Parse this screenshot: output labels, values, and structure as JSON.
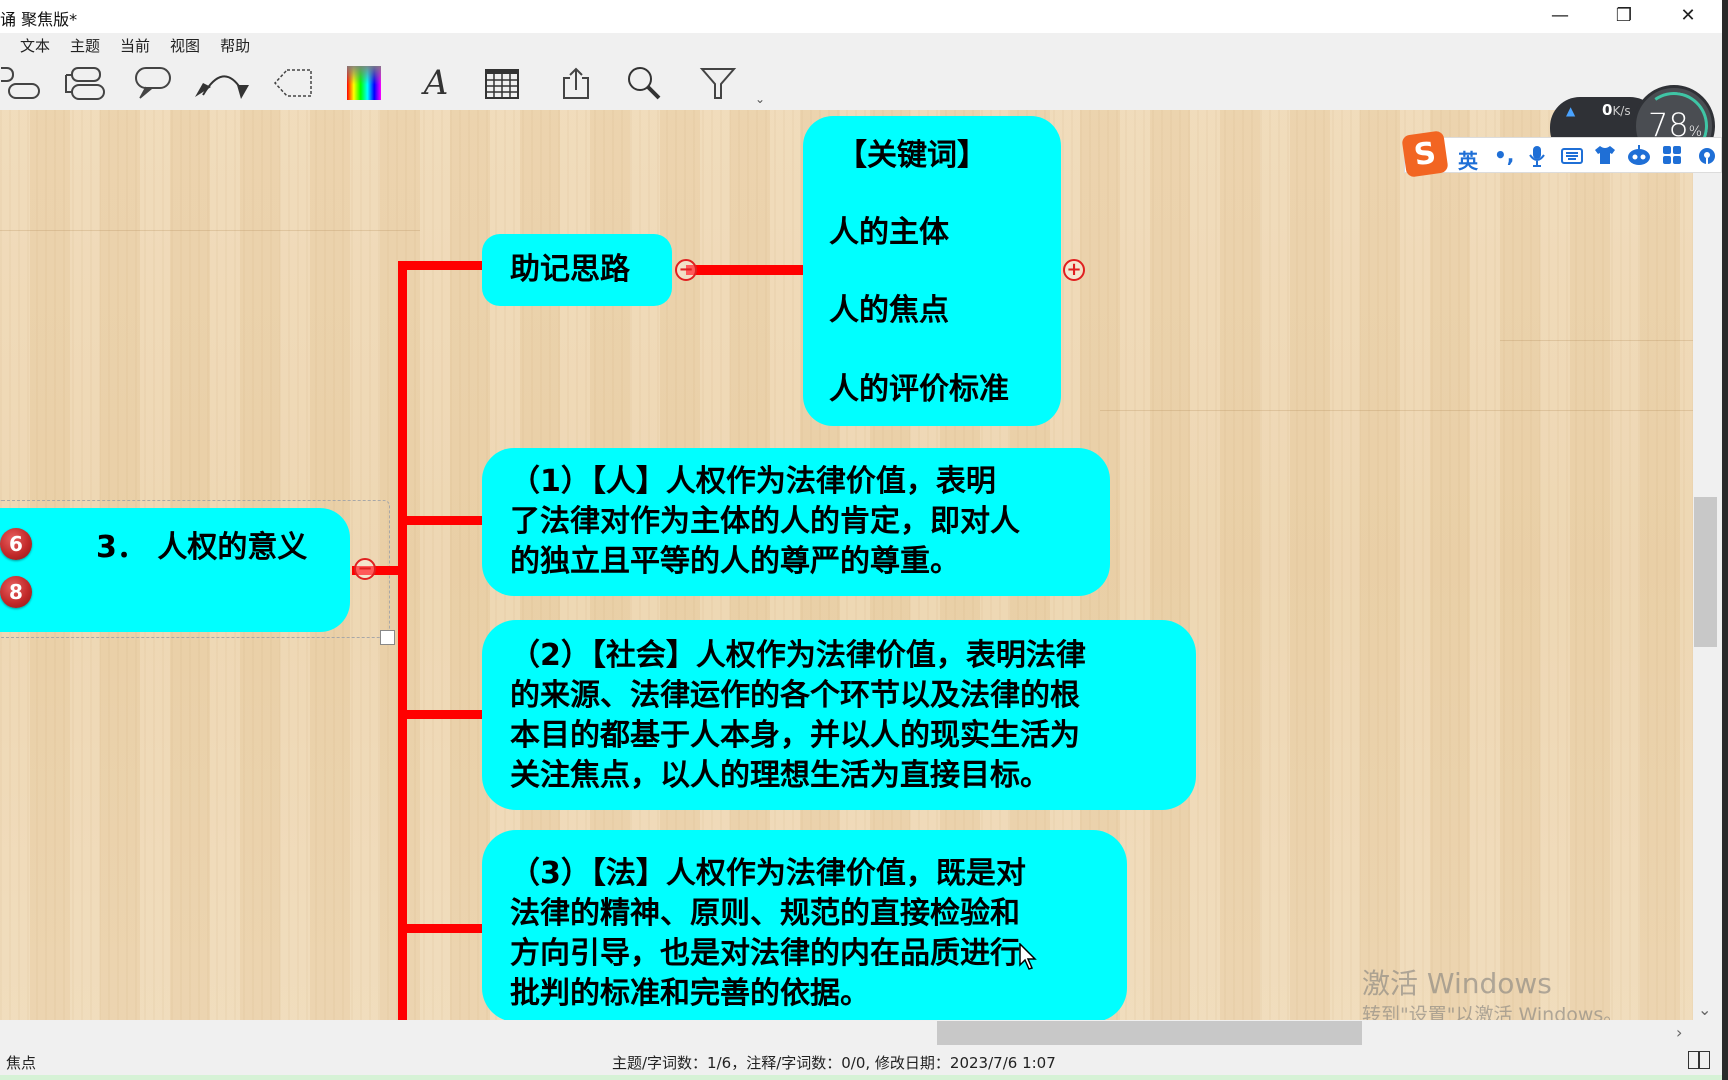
{
  "window": {
    "title": "诵 聚焦版*",
    "controls": {
      "minimize": "—",
      "restore": "❐",
      "close": "✕"
    }
  },
  "menu": {
    "items": [
      "文本",
      "主题",
      "当前",
      "视图",
      "帮助"
    ]
  },
  "toolbar": {
    "tools": [
      {
        "name": "topic-tool",
        "icon": "subtopic-icon"
      },
      {
        "name": "sibling-topic-tool",
        "icon": "sibling-topic-icon"
      },
      {
        "name": "callout-tool",
        "icon": "callout-icon"
      },
      {
        "name": "relationship-tool",
        "icon": "relationship-arrow-icon"
      },
      {
        "name": "boundary-tool",
        "icon": "boundary-icon"
      },
      {
        "name": "color-tool",
        "icon": "color-palette-icon"
      },
      {
        "name": "font-tool",
        "icon": "font-icon"
      },
      {
        "name": "table-tool",
        "icon": "table-icon"
      },
      {
        "name": "export-tool",
        "icon": "share-icon"
      },
      {
        "name": "search-tool",
        "icon": "search-icon"
      },
      {
        "name": "filter-tool",
        "icon": "filter-icon"
      }
    ],
    "overflow": "⌄"
  },
  "mindmap": {
    "root": {
      "label": "3． 人权的意义",
      "badges": [
        "6",
        "8"
      ],
      "collapse": "−"
    },
    "mnemonic": {
      "label": "助记思路",
      "collapse": "−",
      "keywords": {
        "lines": [
          "【关键词】",
          "人的主体",
          "人的焦点",
          "人的评价标准"
        ],
        "expand": "+"
      }
    },
    "points": [
      {
        "lines": [
          "（1）【人】人权作为法律价值，表明",
          "了法律对作为主体的人的肯定，即对人",
          "的独立且平等的人的尊严的尊重。"
        ]
      },
      {
        "lines": [
          "（2）【社会】人权作为法律价值，表明法律",
          "的来源、法律运作的各个环节以及法律的根",
          "本目的都基于人本身，并以人的现实生活为",
          "关注焦点，以人的理想生活为直接目标。"
        ]
      },
      {
        "lines": [
          "（3）【法】人权作为法律价值，既是对",
          "法律的精神、原则、规范的直接检验和",
          "方向引导，也是对法律的内在品质进行",
          "批判的标准和完善的依据。"
        ]
      }
    ],
    "colors": {
      "node_fill": "#00ffff",
      "edge": "#ff0000",
      "canvas": "#ecd3ab"
    }
  },
  "statusbar": {
    "mode": "焦点",
    "info": "主题/字词数：1/6，注释/字词数：0/0, 修改日期：2023/7/6 1:07"
  },
  "overlays": {
    "watermark_title": "激活 Windows",
    "watermark_sub": "转到\"设置\"以激活 Windows。",
    "net_speed": {
      "up_value": "0",
      "unit": "K/s"
    },
    "gauge_percent": "78",
    "gauge_unit": "%",
    "ime": {
      "logo": "S",
      "items": [
        "英",
        "•,",
        "mic-icon",
        "keyboard-icon",
        "skin-icon",
        "robot-icon",
        "grid-icon",
        "settings-icon"
      ]
    }
  }
}
